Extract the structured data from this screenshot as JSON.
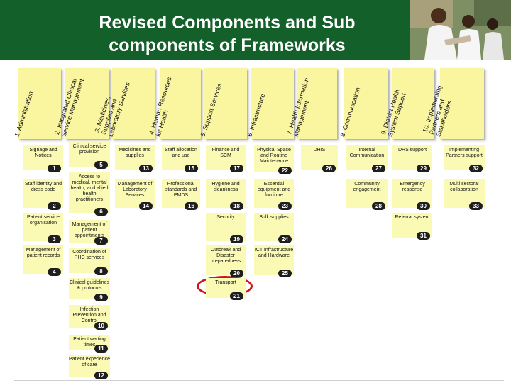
{
  "slide": {
    "title": "Revised Components and Sub components of Frameworks",
    "colors": {
      "header": "#14602b",
      "note": "#faf6a0",
      "cell": "#fafab4",
      "badge": "#1e1e1e",
      "highlight": "#d0141a"
    }
  },
  "columns": [
    {
      "header": "1. Administration",
      "items": [
        {
          "label": "Signage and Notices",
          "num": "1"
        },
        {
          "label": "Staff identity and dress code",
          "num": "2"
        },
        {
          "label": "Patient service organisation",
          "num": "3"
        },
        {
          "label": "Management of patient records",
          "num": "4"
        }
      ]
    },
    {
      "header": "2. Integrated Clinical Service Management",
      "items": [
        {
          "label": "Clinical service provision",
          "num": "5"
        },
        {
          "label": "Access to medical, mental health, and allied health practitioners",
          "num": "6"
        },
        {
          "label": "Management of patient appointments",
          "num": "7"
        },
        {
          "label": "Coordination of PHC services",
          "num": "8"
        },
        {
          "label": "Clinical guidelines & protocols",
          "num": "9"
        },
        {
          "label": "Infection Prevention and Control",
          "num": "10"
        },
        {
          "label": "Patient waiting times",
          "num": "11"
        },
        {
          "label": "Patient experience of care",
          "num": "12"
        }
      ]
    },
    {
      "header": "3. Medicines, Supplies and Laboratory Services",
      "items": [
        {
          "label": "Medicines and supplies",
          "num": "13"
        },
        {
          "label": "Management of Laboratory Services",
          "num": "14"
        }
      ]
    },
    {
      "header": "4. Human Resources for Health",
      "items": [
        {
          "label": "Staff allocation and use",
          "num": "15"
        },
        {
          "label": "Professional standards and PMDS",
          "num": "16"
        }
      ]
    },
    {
      "header": "5. Support Services",
      "items": [
        {
          "label": "Finance and SCM",
          "num": "17"
        },
        {
          "label": "Hygiene and cleanliness",
          "num": "18"
        },
        {
          "label": "Security",
          "num": "19"
        },
        {
          "label": "Outbreak and Disaster preparedness",
          "num": "20"
        },
        {
          "label": "Transport",
          "num": "21"
        }
      ]
    },
    {
      "header": "6. Infrastructure",
      "items": [
        {
          "label": "Physical Space and Routine Maintenance",
          "num": "22"
        },
        {
          "label": "Essential equipment and furniture",
          "num": "23"
        },
        {
          "label": "Bulk supplies",
          "num": "24"
        },
        {
          "label": "ICT Infrastructure and Hardware",
          "num": "25"
        }
      ]
    },
    {
      "header": "7. Health Information Management",
      "items": [
        {
          "label": "DHIS",
          "num": "26"
        }
      ]
    },
    {
      "header": "8. Communication",
      "items": [
        {
          "label": "Internal Communication",
          "num": "27"
        },
        {
          "label": "Community engagement",
          "num": "28"
        }
      ]
    },
    {
      "header": "9. District Health System Support",
      "items": [
        {
          "label": "DHS support",
          "num": "29"
        },
        {
          "label": "Emergency response",
          "num": "30"
        },
        {
          "label": "Referral system",
          "num": "31"
        }
      ]
    },
    {
      "header": "10. Implementing Partners and Stakeholders",
      "items": [
        {
          "label": "Implementing Partners support",
          "num": "32"
        },
        {
          "label": "Multi sectoral collaboration",
          "num": "33"
        }
      ]
    }
  ]
}
